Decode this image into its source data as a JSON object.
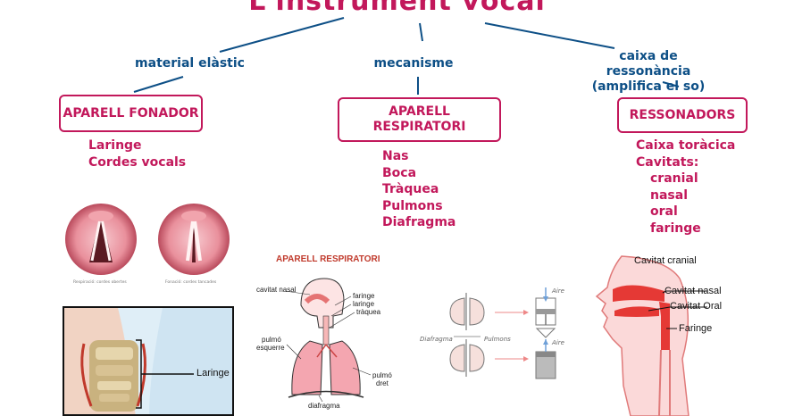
{
  "title": "L'instrument vocal",
  "connectors": {
    "left": "material elàstic",
    "center": "mecanisme",
    "right_line1": "caixa de ressonància",
    "right_line2": "(amplifica el so)"
  },
  "boxes": {
    "fonador": "APARELL FONADOR",
    "respiratori_line1": "APARELL",
    "respiratori_line2": "RESPIRATORI",
    "ressonadors": "RESSONADORS"
  },
  "lists": {
    "fonador": [
      "Laringe",
      "Cordes vocals"
    ],
    "respiratori": [
      "Nas",
      "Boca",
      "Tràquea",
      "Pulmons",
      "Diafragma"
    ],
    "ressonadors": [
      "Caixa toràcica",
      "Cavitats:",
      "cranial",
      "nasal",
      "oral",
      "faringe"
    ]
  },
  "images": {
    "vocal_cords": {
      "caption_open": "Respiració: cordes obertes",
      "caption_closed": "Fonació: cordes tancades"
    },
    "larynx": {
      "label": "Laringe"
    },
    "respiratory": {
      "title": "APARELL RESPIRATORI",
      "labels": {
        "nasal": "cavitat nasal",
        "faringe": "faringe",
        "laringe": "laringe",
        "traquea": "tràquea",
        "pulmo_esq_1": "pulmó",
        "pulmo_esq_2": "esquerre",
        "pulmo_dret_1": "pulmó",
        "pulmo_dret_2": "dret",
        "diafragma": "diafragma"
      }
    },
    "bellows": {
      "diafragma": "Diafragma",
      "pulmons": "Pulmons",
      "aire_top": "Aire",
      "aire_bottom": "Aire"
    },
    "head": {
      "cranial": "Cavitat cranial",
      "nasal": "Cavitat nasal",
      "oral": "Cavitat Oral",
      "faringe": "Faringe"
    }
  },
  "colors": {
    "accent": "#c2185b",
    "connector_text": "#0d4f86",
    "lines": "#0d4f86"
  }
}
